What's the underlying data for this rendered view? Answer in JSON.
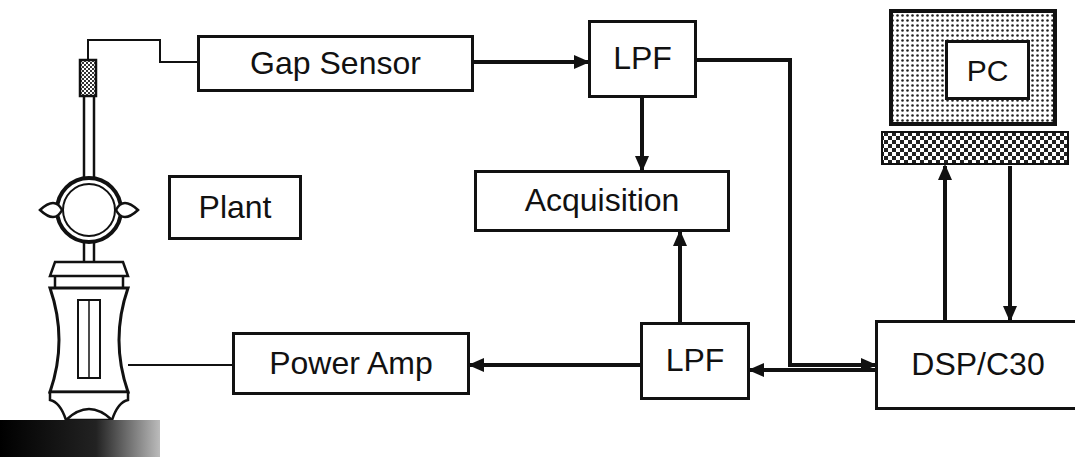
{
  "diagram": {
    "nodes": [
      {
        "text": [
          "Gap Sensor"
        ]
      },
      {
        "text": [
          "LPF"
        ]
      },
      {
        "text": [
          "PC"
        ]
      },
      {
        "text": [
          "Plant"
        ]
      },
      {
        "text": [
          "Acquisition"
        ]
      },
      {
        "text": [
          "Power Amp"
        ]
      },
      {
        "text": [
          "LPF"
        ]
      },
      {
        "text": [
          "DSP/C30"
        ]
      }
    ],
    "edges": [
      {
        "from": 0,
        "to": 1,
        "arrow": "to"
      },
      {
        "from": 1,
        "to": 4,
        "arrow": "to"
      },
      {
        "from": 1,
        "to": 7,
        "arrow": "to"
      },
      {
        "from": 7,
        "to": 2,
        "arrow": "to"
      },
      {
        "from": 2,
        "to": 7,
        "arrow": "to"
      },
      {
        "from": 7,
        "to": 6,
        "arrow": "to"
      },
      {
        "from": 6,
        "to": 4,
        "arrow": "to"
      },
      {
        "from": 6,
        "to": 5,
        "arrow": "to"
      }
    ]
  }
}
